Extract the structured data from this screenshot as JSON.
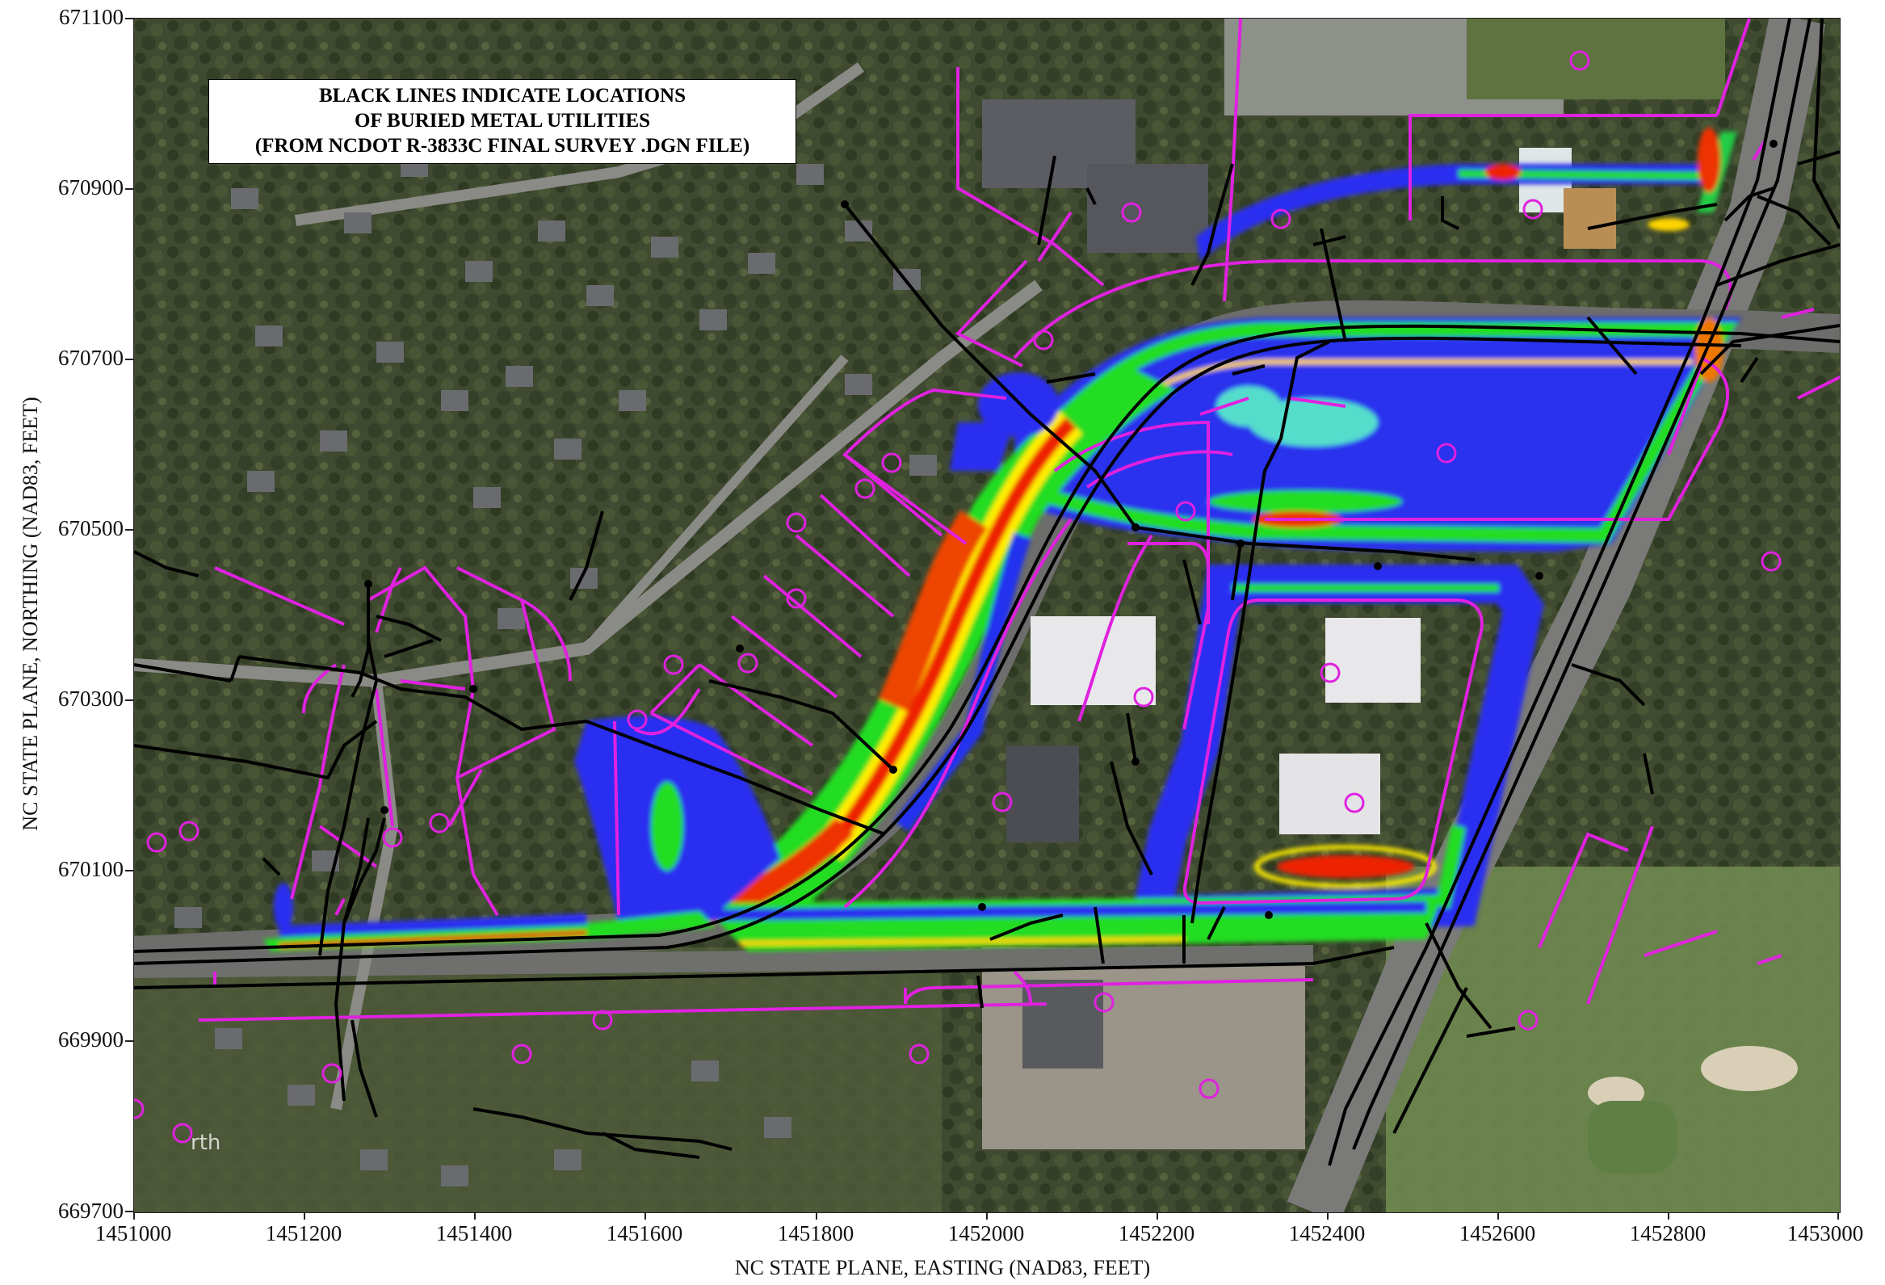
{
  "note": {
    "lines": [
      "BLACK LINES INDICATE LOCATIONS",
      "OF BURIED METAL UTILITIES",
      "(FROM NCDOT R-3833C FINAL SURVEY .DGN FILE)"
    ]
  },
  "axes": {
    "x_title": "NC STATE PLANE, EASTING (NAD83, FEET)",
    "y_title": "NC STATE PLANE, NORTHING (NAD83, FEET)",
    "x_range": [
      1451000,
      1453000
    ],
    "y_range": [
      669700,
      671100
    ],
    "x_ticks": [
      "1451000",
      "1451200",
      "1451400",
      "1451600",
      "1451800",
      "1452000",
      "1452200",
      "1452400",
      "1452600",
      "1452800",
      "1453000"
    ],
    "y_ticks": [
      "671100",
      "670900",
      "670700",
      "670500",
      "670300",
      "670100",
      "669900",
      "669700"
    ]
  },
  "colors": {
    "utility_lines": "#000000",
    "property_lines": "#e021e0",
    "survey_low": "#2222ee",
    "survey_mid": "#22dd22",
    "survey_high": "#ee2200",
    "survey_peak": "#ffee00",
    "basemap": "#4d5a3a"
  },
  "watermark": "rth"
}
